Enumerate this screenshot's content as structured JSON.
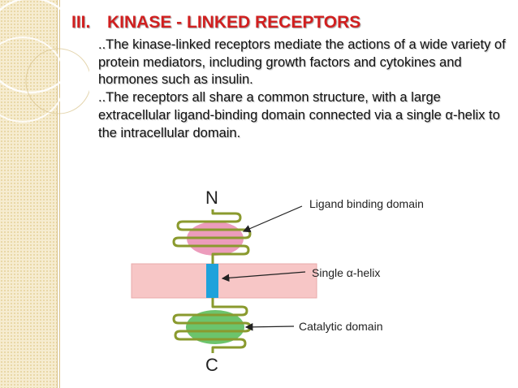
{
  "slide": {
    "title_number": "III.",
    "title_text": "KINASE - LINKED RECEPTORS",
    "paragraph_1": "..The kinase-linked receptors mediate the actions of a wide variety of protein mediators, including growth factors and cytokines and hormones such as insulin.",
    "paragraph_2": "..The receptors all share a common structure, with a large extracellular ligand-binding domain connected via a single α-helix to the intracellular domain."
  },
  "diagram": {
    "n_terminus": "N",
    "c_terminus": "C",
    "ligand_label": "Ligand binding domain",
    "helix_label": "Single α-helix",
    "catalytic_label": "Catalytic domain"
  },
  "colors": {
    "title": "#d11f1f",
    "ligand_domain": "#ec9cbc",
    "catalytic_domain": "#6cc46c",
    "membrane": "#f7c6c6",
    "helix": "#1ea2db",
    "chain": "#8a9a2e"
  }
}
